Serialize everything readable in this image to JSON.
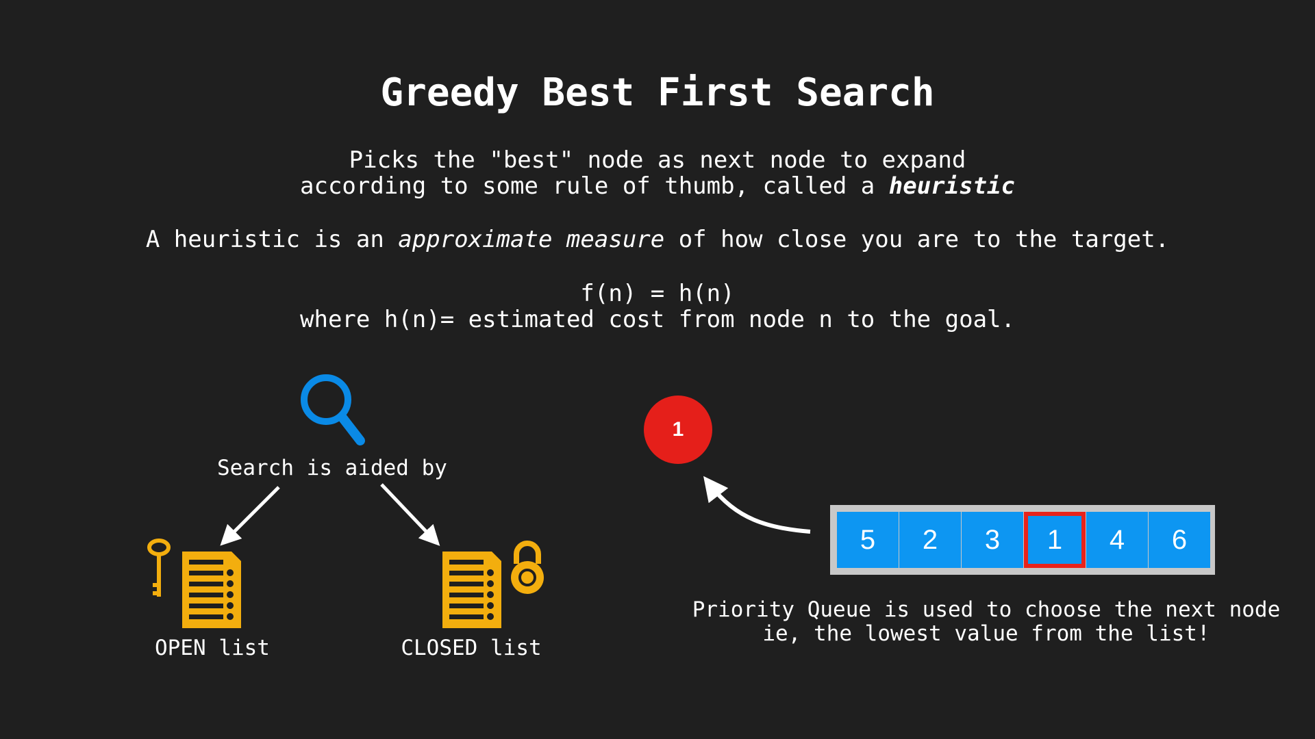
{
  "title": "Greedy Best First Search",
  "description": {
    "line1": "Picks the \"best\" node as next node to expand",
    "line2_prefix": "according to some rule of thumb, called a ",
    "line2_emphasis": "heuristic"
  },
  "heuristic_definition": {
    "prefix": "A heuristic is an ",
    "emphasis": "approximate measure",
    "suffix": " of how close you are to the target."
  },
  "formula": {
    "equation": "f(n) = h(n)",
    "where": "where h(n)= estimated cost from node n to the goal."
  },
  "search_aids": {
    "label": "Search is aided by",
    "open_label": "OPEN list",
    "closed_label": "CLOSED list"
  },
  "priority_queue": {
    "values": [
      "5",
      "2",
      "3",
      "1",
      "4",
      "6"
    ],
    "selected_value": "1",
    "caption_line1": "Priority Queue is used to choose the next node",
    "caption_line2": "ie, the lowest value from the list!"
  },
  "icons": {
    "search": "magnifier-icon",
    "open_list": "checklist-icon",
    "open_marker": "key-icon",
    "closed_list": "checklist-icon",
    "closed_marker": "padlock-icon"
  },
  "colors": {
    "background": "#1f1f1f",
    "text": "#ffffff",
    "search_icon": "#0a8ae6",
    "list_icon": "#f3ae0e",
    "queue_cell": "#0d96f2",
    "queue_frame": "#c8c8c8",
    "highlight": "#e8231b",
    "selected_node": "#e51f1a"
  }
}
